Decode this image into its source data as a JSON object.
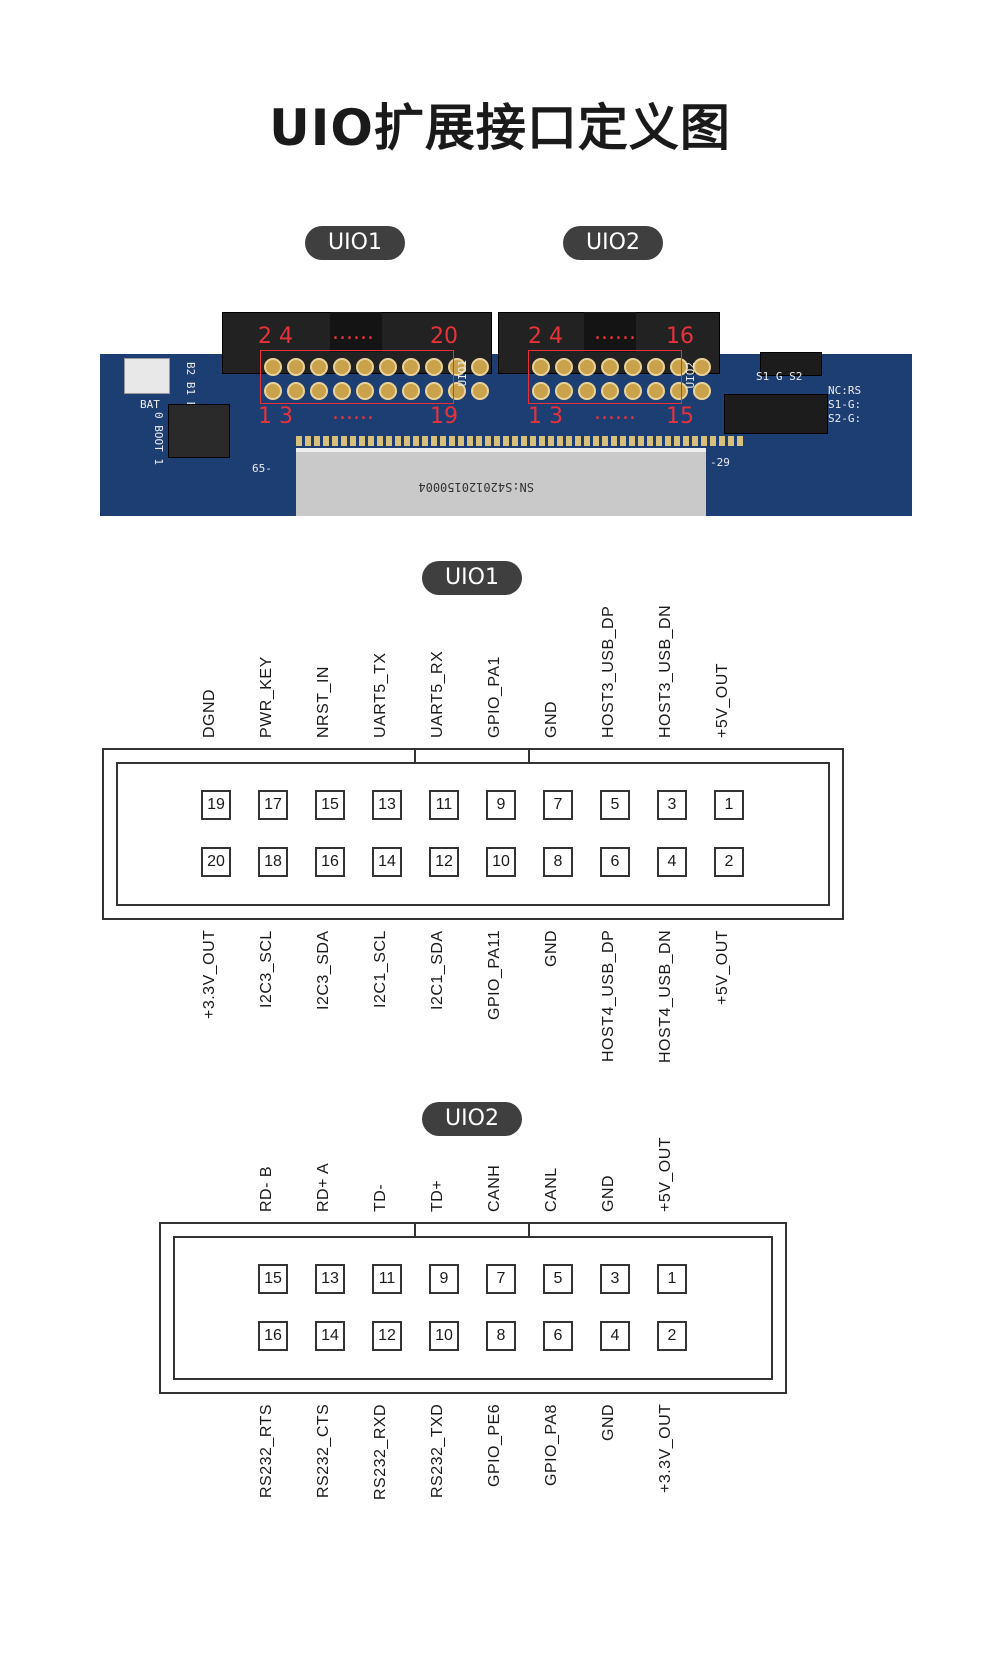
{
  "page_title": "UIO扩展接口定义图",
  "board": {
    "pill_uio1": "UIO1",
    "pill_uio2": "UIO2",
    "uio1_top_left": "2 4",
    "uio1_top_dots": "......",
    "uio1_top_right": "20",
    "uio1_bottom_left": "1 3",
    "uio1_bottom_dots": "......",
    "uio1_bottom_right": "19",
    "uio2_top_left": "2 4",
    "uio2_top_dots": "......",
    "uio2_top_right": "16",
    "uio2_bottom_left": "1 3",
    "uio2_bottom_dots": "......",
    "uio2_bottom_right": "15",
    "silk_uio1": "UIO1",
    "silk_uio2": "UIO2",
    "silk_bat": "BAT",
    "silk_boot": "0 BOOT 1",
    "silk_65": "65-",
    "silk_29": "-29",
    "silk_sn": "SN:S420120150004",
    "silk_s1gs2": "S1 G S2",
    "silk_nc": "NC:RS",
    "silk_s1": "S1-G:",
    "silk_s2": "S2-G:",
    "silk_b": "B2 B1 B0"
  },
  "uio1": {
    "label": "UIO1",
    "odd_pins": [
      "19",
      "17",
      "15",
      "13",
      "11",
      "9",
      "7",
      "5",
      "3",
      "1"
    ],
    "even_pins": [
      "20",
      "18",
      "16",
      "14",
      "12",
      "10",
      "8",
      "6",
      "4",
      "2"
    ],
    "odd_signals": [
      "DGND",
      "PWR_KEY",
      "NRST_IN",
      "UART5_TX",
      "UART5_RX",
      "GPIO_PA1",
      "GND",
      "HOST3_USB_DP",
      "HOST3_USB_DN",
      "+5V_OUT"
    ],
    "even_signals": [
      "+3.3V_OUT",
      "I2C3_SCL",
      "I2C3_SDA",
      "I2C1_SCL",
      "I2C1_SDA",
      "GPIO_PA11",
      "GND",
      "HOST4_USB_DP",
      "HOST4_USB_DN",
      "+5V_OUT"
    ]
  },
  "uio2": {
    "label": "UIO2",
    "odd_pins": [
      "15",
      "13",
      "11",
      "9",
      "7",
      "5",
      "3",
      "1"
    ],
    "even_pins": [
      "16",
      "14",
      "12",
      "10",
      "8",
      "6",
      "4",
      "2"
    ],
    "odd_signals": [
      "RD- B",
      "RD+ A",
      "TD-",
      "TD+",
      "CANH",
      "CANL",
      "GND",
      "+5V_OUT"
    ],
    "even_signals": [
      "RS232_RTS",
      "RS232_CTS",
      "RS232_RXD",
      "RS232_TXD",
      "GPIO_PE6",
      "GPIO_PA8",
      "GND",
      "+3.3V_OUT"
    ]
  },
  "colors": {
    "pill": "#3f3f3f",
    "pcb": "#1d3e73",
    "annotation": "#e8323a",
    "line": "#333333"
  }
}
